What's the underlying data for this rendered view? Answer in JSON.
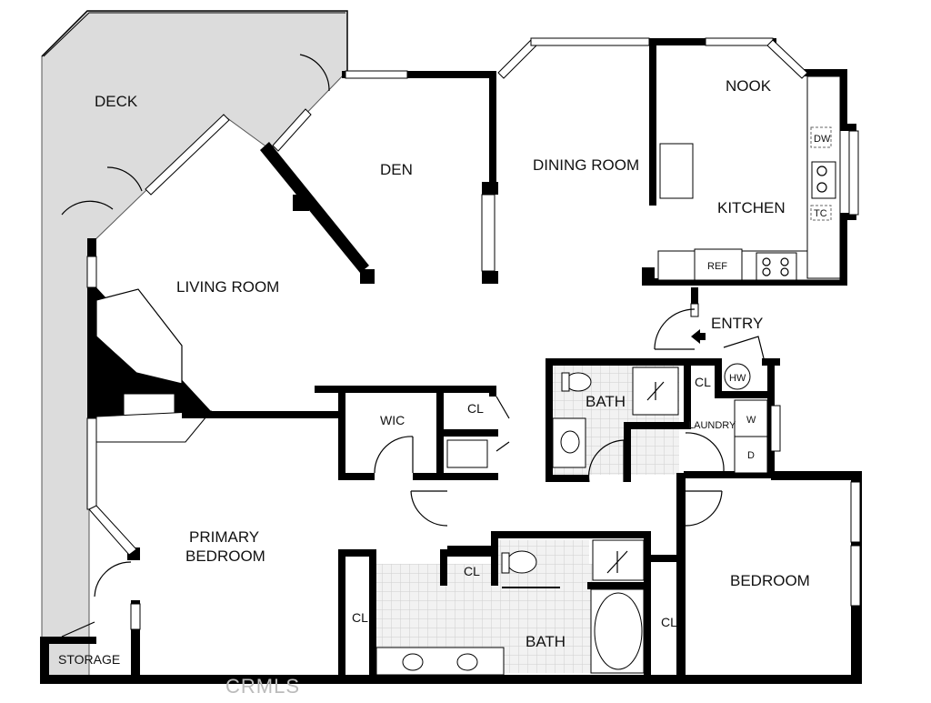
{
  "rooms": {
    "deck": "DECK",
    "den": "DEN",
    "dining_room": "DINING ROOM",
    "nook": "NOOK",
    "kitchen": "KITCHEN",
    "living_room": "LIVING ROOM",
    "entry": "ENTRY",
    "wic": "WIC",
    "primary_bedroom_line1": "PRIMARY",
    "primary_bedroom_line2": "BEDROOM",
    "bath_hall": "BATH",
    "bath_primary": "BATH",
    "bedroom": "BEDROOM",
    "laundry": "LAUNDRY",
    "storage": "STORAGE"
  },
  "fixtures": {
    "ref": "REF",
    "dw": "DW",
    "tc": "TC",
    "hw": "HW",
    "washer": "W",
    "dryer": "D",
    "closet_wic": "CL",
    "closet_laundry": "CL",
    "closet_bath": "CL",
    "closet_primary": "CL",
    "closet_bedroom": "CL"
  },
  "watermark": "CRMLS",
  "colors": {
    "deck_fill": "#dcdcdc",
    "wall": "#000000",
    "tile_line": "#cfcfcf"
  }
}
